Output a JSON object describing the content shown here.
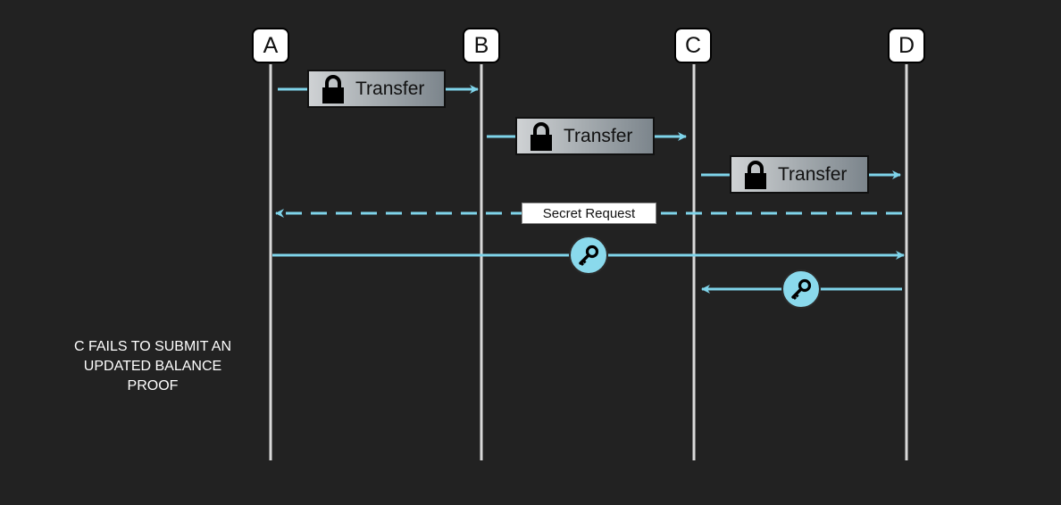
{
  "nodes": {
    "a": "A",
    "b": "B",
    "c": "C",
    "d": "D"
  },
  "messages": {
    "transfer_1": "Transfer",
    "transfer_2": "Transfer",
    "transfer_3": "Transfer",
    "secret_request": "Secret Request"
  },
  "note": {
    "line1": "C FAILS TO SUBMIT AN",
    "line2": "UPDATED BALANCE",
    "line3": "PROOF"
  },
  "icons": {
    "transfer": "lock-icon",
    "secret_reveal": "key-icon"
  },
  "colors": {
    "background": "#222222",
    "arrow": "#7fd4ea",
    "lifeline": "#d9d9d9",
    "key_badge": "#8ad9ec"
  }
}
